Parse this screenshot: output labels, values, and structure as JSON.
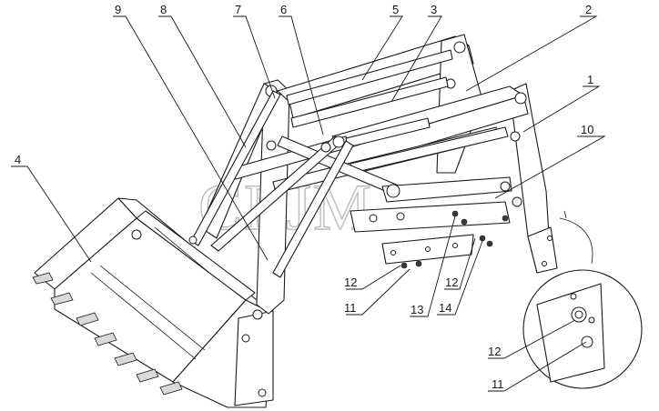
{
  "watermark": "CEJM",
  "callouts": [
    {
      "id": "c1",
      "label": "1"
    },
    {
      "id": "c2",
      "label": "2"
    },
    {
      "id": "c3",
      "label": "3"
    },
    {
      "id": "c4",
      "label": "4"
    },
    {
      "id": "c5",
      "label": "5"
    },
    {
      "id": "c6",
      "label": "6"
    },
    {
      "id": "c7",
      "label": "7"
    },
    {
      "id": "c8",
      "label": "8"
    },
    {
      "id": "c9",
      "label": "9"
    },
    {
      "id": "c10",
      "label": "10"
    },
    {
      "id": "c11",
      "label": "11"
    },
    {
      "id": "c12",
      "label": "12"
    },
    {
      "id": "c13",
      "label": "13"
    },
    {
      "id": "c14",
      "label": "14"
    },
    {
      "id": "c11b",
      "label": "11"
    },
    {
      "id": "c12b",
      "label": "12"
    }
  ]
}
